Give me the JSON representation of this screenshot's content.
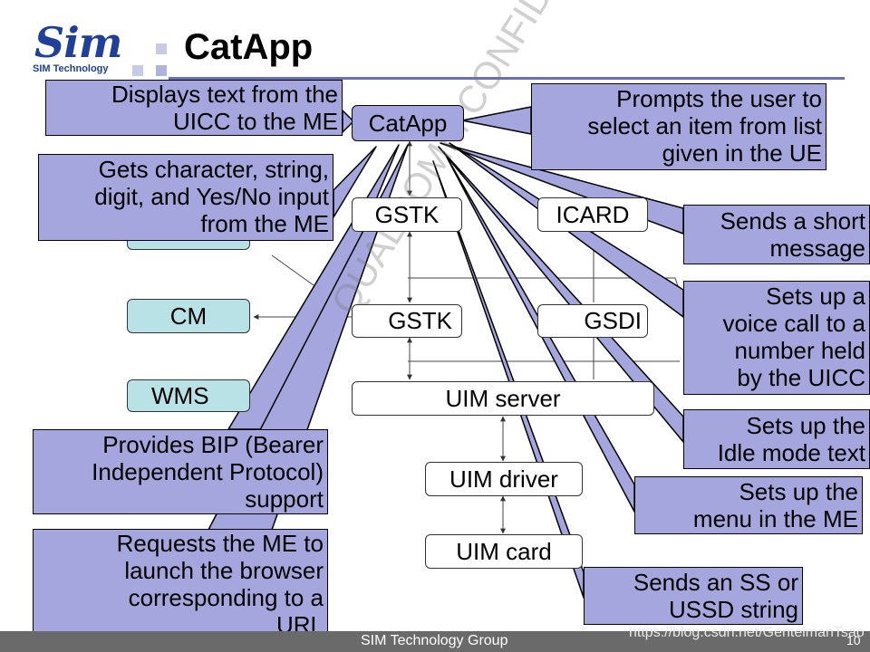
{
  "header": {
    "logo_text": "Sim",
    "logo_subtitle": "SIM Technology",
    "title": "CatApp"
  },
  "diagram": {
    "nodes": {
      "catapp": "CatApp",
      "gstk_top": "GSTK",
      "icard": "ICARD",
      "cm": "CM",
      "gstk": "GSTK",
      "gsdi": "GSDI",
      "wms": "WMS",
      "uim_server": "UIM server",
      "uim_driver": "UIM driver",
      "uim_card": "UIM  card"
    },
    "callouts": {
      "display_text": [
        "Displays text from the",
        "UICC to the ME"
      ],
      "get_input": [
        "Gets character, string,",
        "digit, and Yes/No input",
        "from the ME"
      ],
      "select_item": [
        "Prompts the user to",
        "select an item from list",
        "given in the UE"
      ],
      "send_sms": [
        "Sends a short",
        "message"
      ],
      "setup_call": [
        "Sets up a",
        "voice call to a",
        "number held",
        "by the UICC"
      ],
      "idle_text": [
        "Sets up the",
        "Idle mode text"
      ],
      "setup_menu": [
        "Sets up the",
        "menu in the ME"
      ],
      "bip": [
        "Provides BIP (Bearer",
        "Independent Protocol)",
        "support"
      ],
      "launch_browser": [
        "Requests the ME to",
        "launch the browser",
        "corresponding to a",
        "URL"
      ],
      "send_ss": [
        "Sends an SS or",
        "USSD string"
      ]
    },
    "watermark": "QUALCOMM CONFIDENTIAL"
  },
  "footer": {
    "company": "SIM Technology Group",
    "source_url": "https://blog.csdn.net/GentelmanTsao",
    "page_number": "10"
  },
  "colors": {
    "callout_fill": "#a6a6de",
    "module_fill": "#b9e2e6",
    "accent_rule": "#6b6fb3",
    "logo_blue": "#1f3f99",
    "footer_bar": "#6a6a6a"
  }
}
